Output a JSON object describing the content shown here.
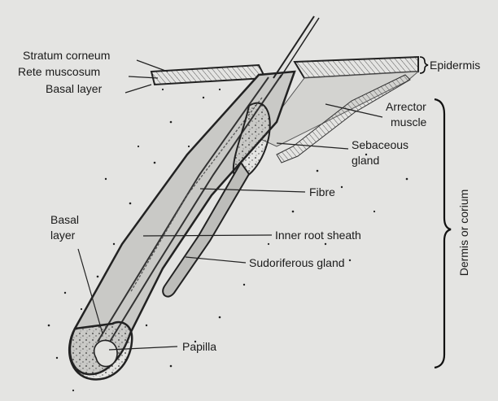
{
  "diagram": {
    "labels": {
      "stratum_corneum": "Stratum corneum",
      "rete_muscosum": "Rete muscosum",
      "basal_layer_top": "Basal layer",
      "epidermis": "Epidermis",
      "arrector_line1": "Arrector",
      "arrector_line2": "muscle",
      "sebaceous_line1": "Sebaceous",
      "sebaceous_line2": "gland",
      "fibre": "Fibre",
      "basal_left_line1": "Basal",
      "basal_left_line2": "layer",
      "inner_root_sheath": "Inner root sheath",
      "sudoriferous_gland": "Sudoriferous gland",
      "dermis_or_corium": "Dermis or corium",
      "papilla": "Papilla"
    },
    "colors": {
      "background": "#e4e4e2",
      "ink": "#1a1a1a",
      "tissue_light": "#cfcfcc",
      "tissue_dark": "#6e6e6e"
    }
  }
}
